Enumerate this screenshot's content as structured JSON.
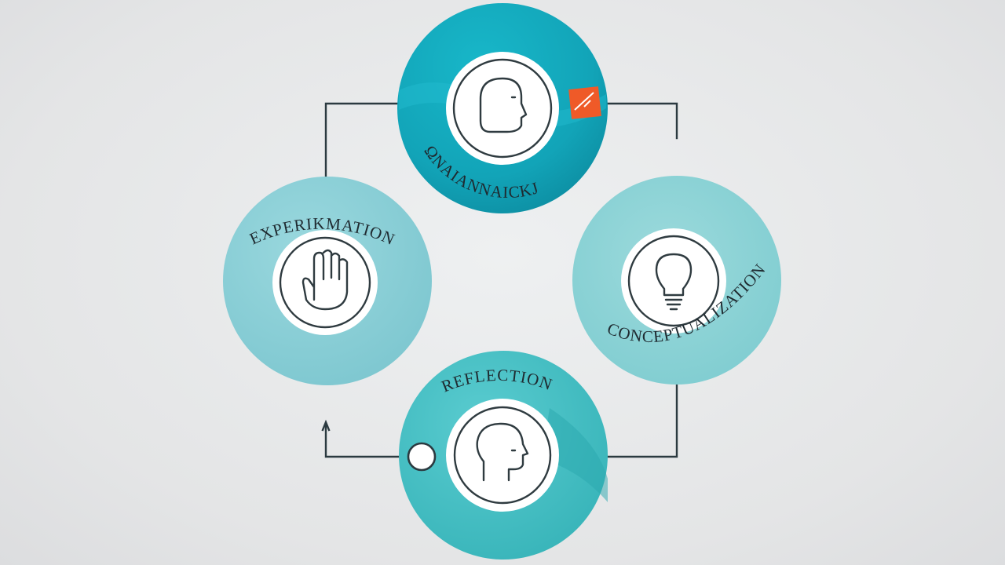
{
  "diagram": {
    "colors": {
      "background": "#e6e7e8",
      "top_circle": "#12a4b8",
      "left_circle": "#8fd0d8",
      "right_circle": "#8ed3d6",
      "bottom_circle": "#45c0c4",
      "connector": "#2b3a40",
      "accent_badge": "#ef5a28"
    },
    "nodes": [
      {
        "id": "top",
        "label": "ΩNAIANNAICKJ",
        "icon": "head-icon"
      },
      {
        "id": "left",
        "label": "EXPERIKMATION",
        "icon": "hand-icon"
      },
      {
        "id": "right",
        "label": "CONCEPTUALIZATION",
        "icon": "lightbulb-icon"
      },
      {
        "id": "bottom",
        "label": "REFLECTION",
        "icon": "head-profile-icon"
      }
    ]
  }
}
